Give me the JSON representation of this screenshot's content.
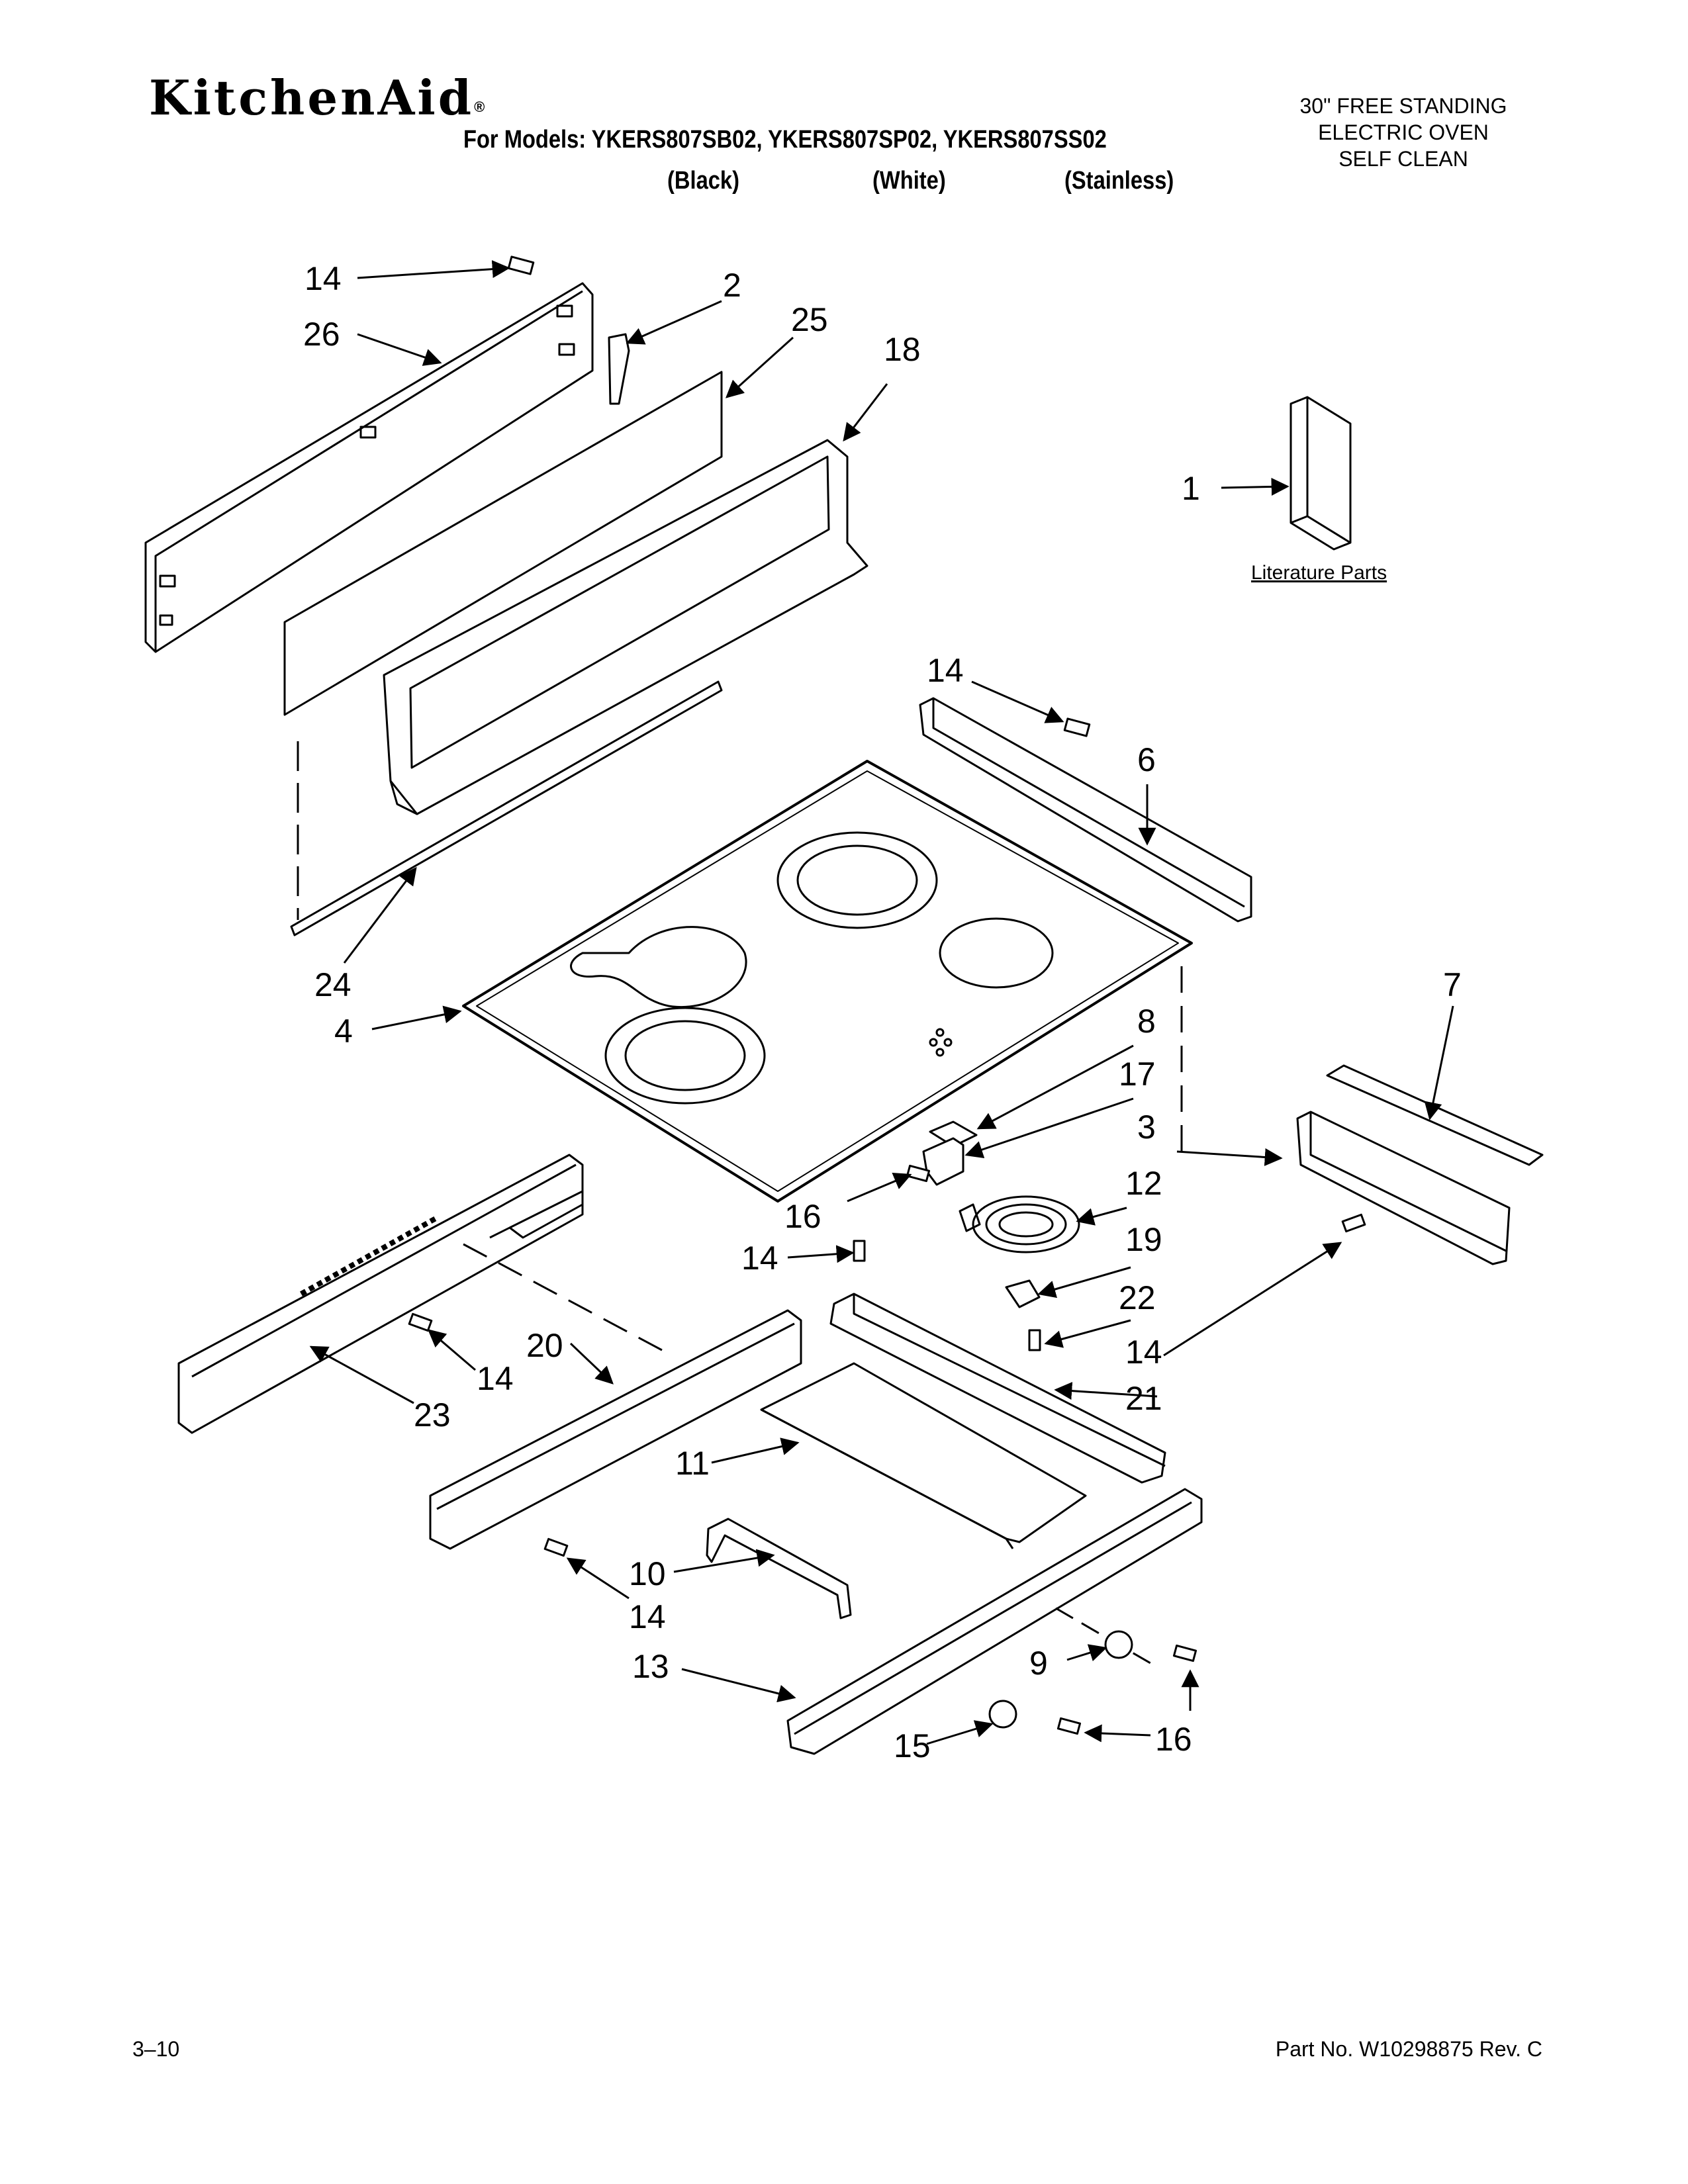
{
  "header": {
    "brand": "KitchenAid",
    "brand_mark": "®",
    "models_line": "For Models: YKERS807SB02, YKERS807SP02, YKERS807SS02",
    "variants": [
      "(Black)",
      "(White)",
      "(Stainless)"
    ],
    "appliance_type": [
      "30\" FREE STANDING",
      "ELECTRIC OVEN",
      "SELF CLEAN"
    ]
  },
  "literature_label": "Literature Parts",
  "callouts": {
    "c14a": "14",
    "c26": "26",
    "c2": "2",
    "c25": "25",
    "c18": "18",
    "c1": "1",
    "c14b": "14",
    "c6": "6",
    "c24": "24",
    "c4": "4",
    "c7": "7",
    "c8": "8",
    "c17": "17",
    "c3": "3",
    "c16a": "16",
    "c12": "12",
    "c14c": "14",
    "c19": "19",
    "c22": "22",
    "c14d": "14",
    "c20": "20",
    "c14e": "14",
    "c23": "23",
    "c21": "21",
    "c11": "11",
    "c10": "10",
    "c14f": "14",
    "c13": "13",
    "c9": "9",
    "c15": "15",
    "c16b": "16"
  },
  "footer": {
    "page_number": "3–10",
    "part_number": "Part No. W10298875 Rev. C"
  }
}
